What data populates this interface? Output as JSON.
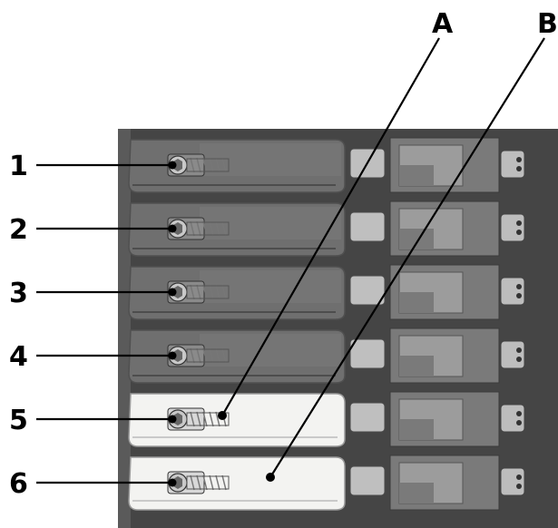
{
  "rows": [
    {
      "label": "1",
      "body": "grey"
    },
    {
      "label": "2",
      "body": "grey"
    },
    {
      "label": "3",
      "body": "grey"
    },
    {
      "label": "4",
      "body": "grey"
    },
    {
      "label": "5",
      "body": "white"
    },
    {
      "label": "6",
      "body": "white"
    }
  ],
  "callouts": [
    {
      "label": "A",
      "points_to": "screw-tip-row-5"
    },
    {
      "label": "B",
      "points_to": "white-body-row-6"
    }
  ],
  "colors": {
    "grey_body": "#6f6f6f",
    "grey_body_dark": "#505050",
    "white_body": "#f3f3f1",
    "right_block": "#7a7a7a",
    "right_tab": "#9c9c9c",
    "background": "#4a4a4a",
    "screw": "#c9c9c9",
    "leader": "#000000"
  }
}
